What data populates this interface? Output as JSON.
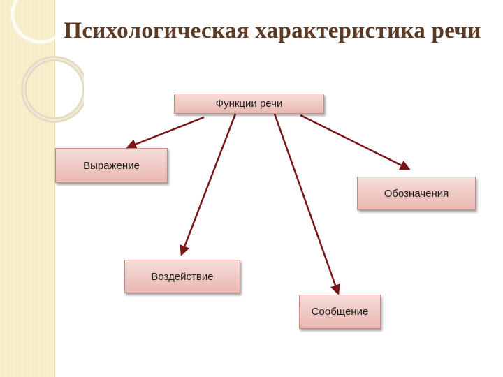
{
  "title": "Психологическая характеристика речи",
  "root": {
    "label": "Функции речи"
  },
  "children": [
    {
      "label": "Выражение"
    },
    {
      "label": "Воздействие"
    },
    {
      "label": "Сообщение"
    },
    {
      "label": "Обозначения"
    }
  ],
  "colors": {
    "title": "#5c3a24",
    "arrow": "#7b1518",
    "box_top": "#f6dcd8",
    "box_bottom": "#e9b8b2",
    "band": "#f6ecc6"
  }
}
